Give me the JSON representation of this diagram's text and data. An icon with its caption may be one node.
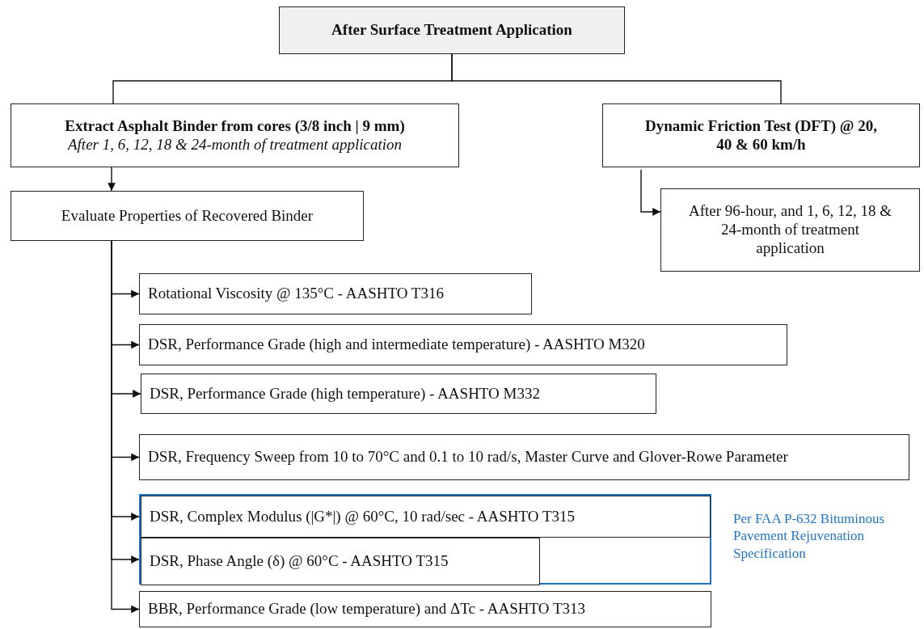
{
  "diagram": {
    "nodes": [
      {
        "text": [
          "After Surface Treatment Application"
        ]
      },
      {
        "text": [
          "Extract Asphalt Binder from cores (3/8 inch | 9 mm)",
          "After 1, 6, 12, 18 & 24-month of treatment application"
        ]
      },
      {
        "text": [
          "Dynamic Friction Test (DFT) @ 20, 40 & 60 km/h"
        ]
      },
      {
        "text": [
          "Evaluate Properties of Recovered Binder"
        ]
      },
      {
        "text": [
          "After 96-hour, and 1, 6, 12, 18 & 24-month of treatment application"
        ]
      },
      {
        "text": [
          "Rotational Viscosity @ 135°C - AASHTO T316"
        ]
      },
      {
        "text": [
          "DSR, Performance Grade (high and intermediate temperature) - AASHTO M320"
        ]
      },
      {
        "text": [
          "DSR, Performance Grade (high temperature) - AASHTO M332"
        ]
      },
      {
        "text": [
          "DSR, Frequency Sweep from 10 to 70°C and 0.1 to 10 rad/s, Master Curve and Glover-Rowe Parameter"
        ]
      },
      {
        "text": [],
        "shape": "box",
        "beside": [
          "Per FAA P-632 Bituminous Pavement Rejuvenation Specification"
        ]
      },
      {
        "text": [
          "DSR, Complex Modulus (|G*|) @ 60°C, 10 rad/sec - AASHTO T315"
        ],
        "in": 9
      },
      {
        "text": [
          "DSR, Phase Angle (δ) @ 60°C - AASHTO T315"
        ],
        "in": 9
      },
      {
        "text": [
          "BBR, Performance Grade (low temperature) and ΔTc - AASHTO T313"
        ]
      }
    ],
    "edges": [
      {
        "from": 0,
        "to": 1,
        "arrow": "none"
      },
      {
        "from": 0,
        "to": 2,
        "arrow": "none"
      },
      {
        "from": 1,
        "to": 3,
        "arrow": "to"
      },
      {
        "from": 2,
        "to": 4,
        "arrow": "to"
      },
      {
        "from": 3,
        "to": 5,
        "arrow": "to"
      },
      {
        "from": 3,
        "to": 6,
        "arrow": "to"
      },
      {
        "from": 3,
        "to": 7,
        "arrow": "to"
      },
      {
        "from": 3,
        "to": 8,
        "arrow": "to"
      },
      {
        "from": 3,
        "to": 10,
        "arrow": "to"
      },
      {
        "from": 3,
        "to": 11,
        "arrow": "to"
      },
      {
        "from": 3,
        "to": 12,
        "arrow": "to"
      }
    ]
  }
}
